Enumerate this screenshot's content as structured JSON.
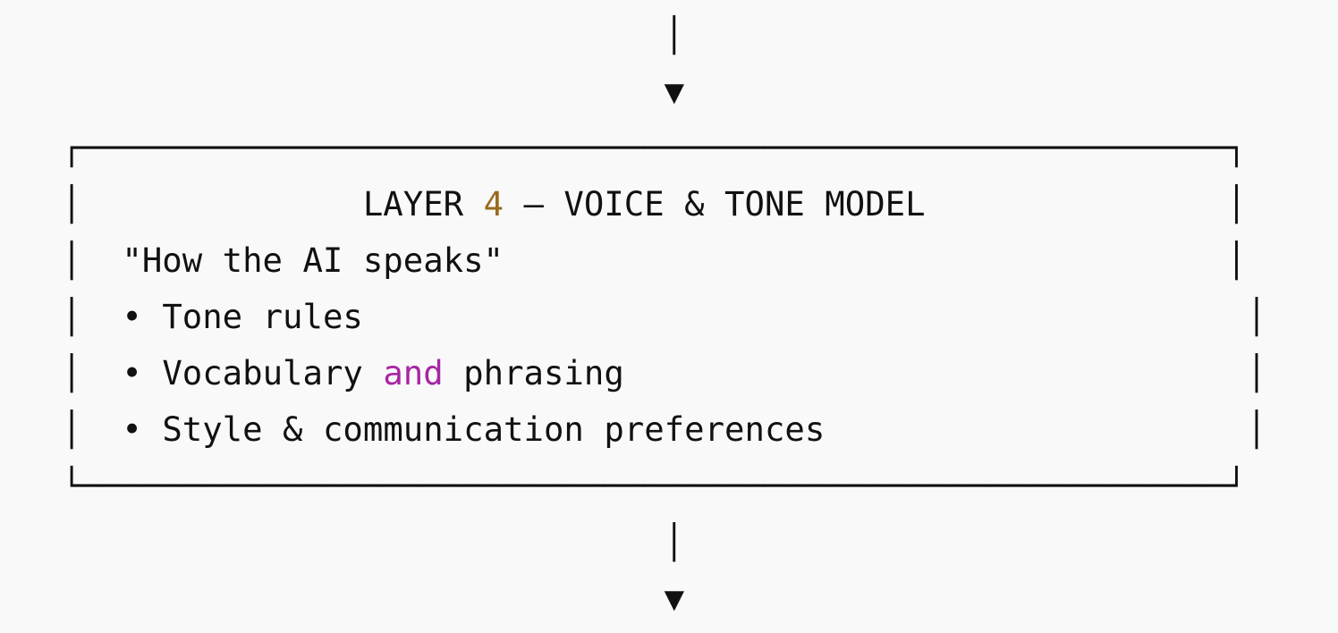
{
  "arrow": {
    "line": "│",
    "head": "▼"
  },
  "layer": {
    "title_prefix": "LAYER ",
    "number": "4",
    "title_suffix": " — VOICE & TONE MODEL",
    "subtitle": "\"How the AI speaks\"",
    "bullet_glyph": "•",
    "bullets": [
      "Tone rules",
      "Style & communication preferences"
    ],
    "bullet2": {
      "pre": "Vocabulary ",
      "keyword": "and",
      "post": " phrasing"
    }
  },
  "colors": {
    "number": "#986a1c",
    "keyword": "#a626a4",
    "background": "#f9f9f9"
  }
}
